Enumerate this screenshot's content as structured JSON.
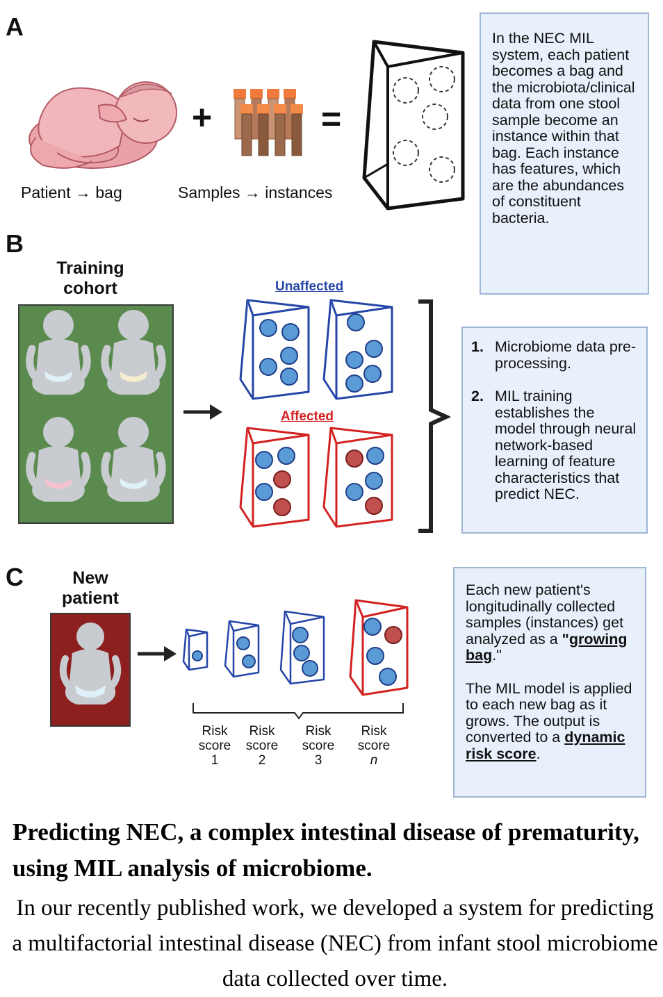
{
  "panels": {
    "a": "A",
    "b": "B",
    "c": "C"
  },
  "panel_a": {
    "patient_label": "Patient → bag",
    "samples_label": "Samples → instances",
    "plus": "+",
    "equals": "=",
    "info": "In the NEC MIL system, each patient becomes a bag and the microbiota/clinical data from one stool sample become an instance within that bag. Each instance has features, which are the abundances of constituent bacteria."
  },
  "panel_b": {
    "cohort_title": "Training cohort",
    "unaffected": "Unaffected",
    "affected": "Affected",
    "steps": [
      {
        "num": "1.",
        "text": "Microbiome data pre-processing."
      },
      {
        "num": "2.",
        "text": "MIL training establishes the model through neural network-based learning of feature characteristics that predict NEC."
      }
    ]
  },
  "panel_c": {
    "new_patient_title": "New patient",
    "risk_scores": [
      {
        "line1": "Risk",
        "line2": "score",
        "line3": "1"
      },
      {
        "line1": "Risk",
        "line2": "score",
        "line3": "2"
      },
      {
        "line1": "Risk",
        "line2": "score",
        "line3": "3"
      },
      {
        "line1": "Risk",
        "line2": "score",
        "line3": "n"
      }
    ],
    "info_p1_before": "Each new patient's longitudinally collected samples (instances) get analyzed as a ",
    "info_p1_quote_open": "\"",
    "info_p1_emph": "growing bag",
    "info_p1_after": ".\"",
    "info_p2_before": "The MIL model is applied to each new bag as it grows. The output is converted to a ",
    "info_p2_emph": "dynamic risk score",
    "info_p2_after": "."
  },
  "caption": {
    "title": "Predicting NEC, a complex intestinal disease of prematurity, using MIL analysis of microbiome.",
    "body": "In our recently published work, we developed a system for predicting a multifactorial intestinal disease (NEC) from infant stool microbiome data collected over time."
  },
  "colors": {
    "unaffected_blue": "#2546a8",
    "affected_red": "#d32020",
    "instance_blue": "#5b9bd5",
    "instance_red": "#c0504d",
    "cohort_green": "#5b8a4f",
    "new_patient_red": "#8e1f1f",
    "info_bg": "#e8f0fb"
  }
}
